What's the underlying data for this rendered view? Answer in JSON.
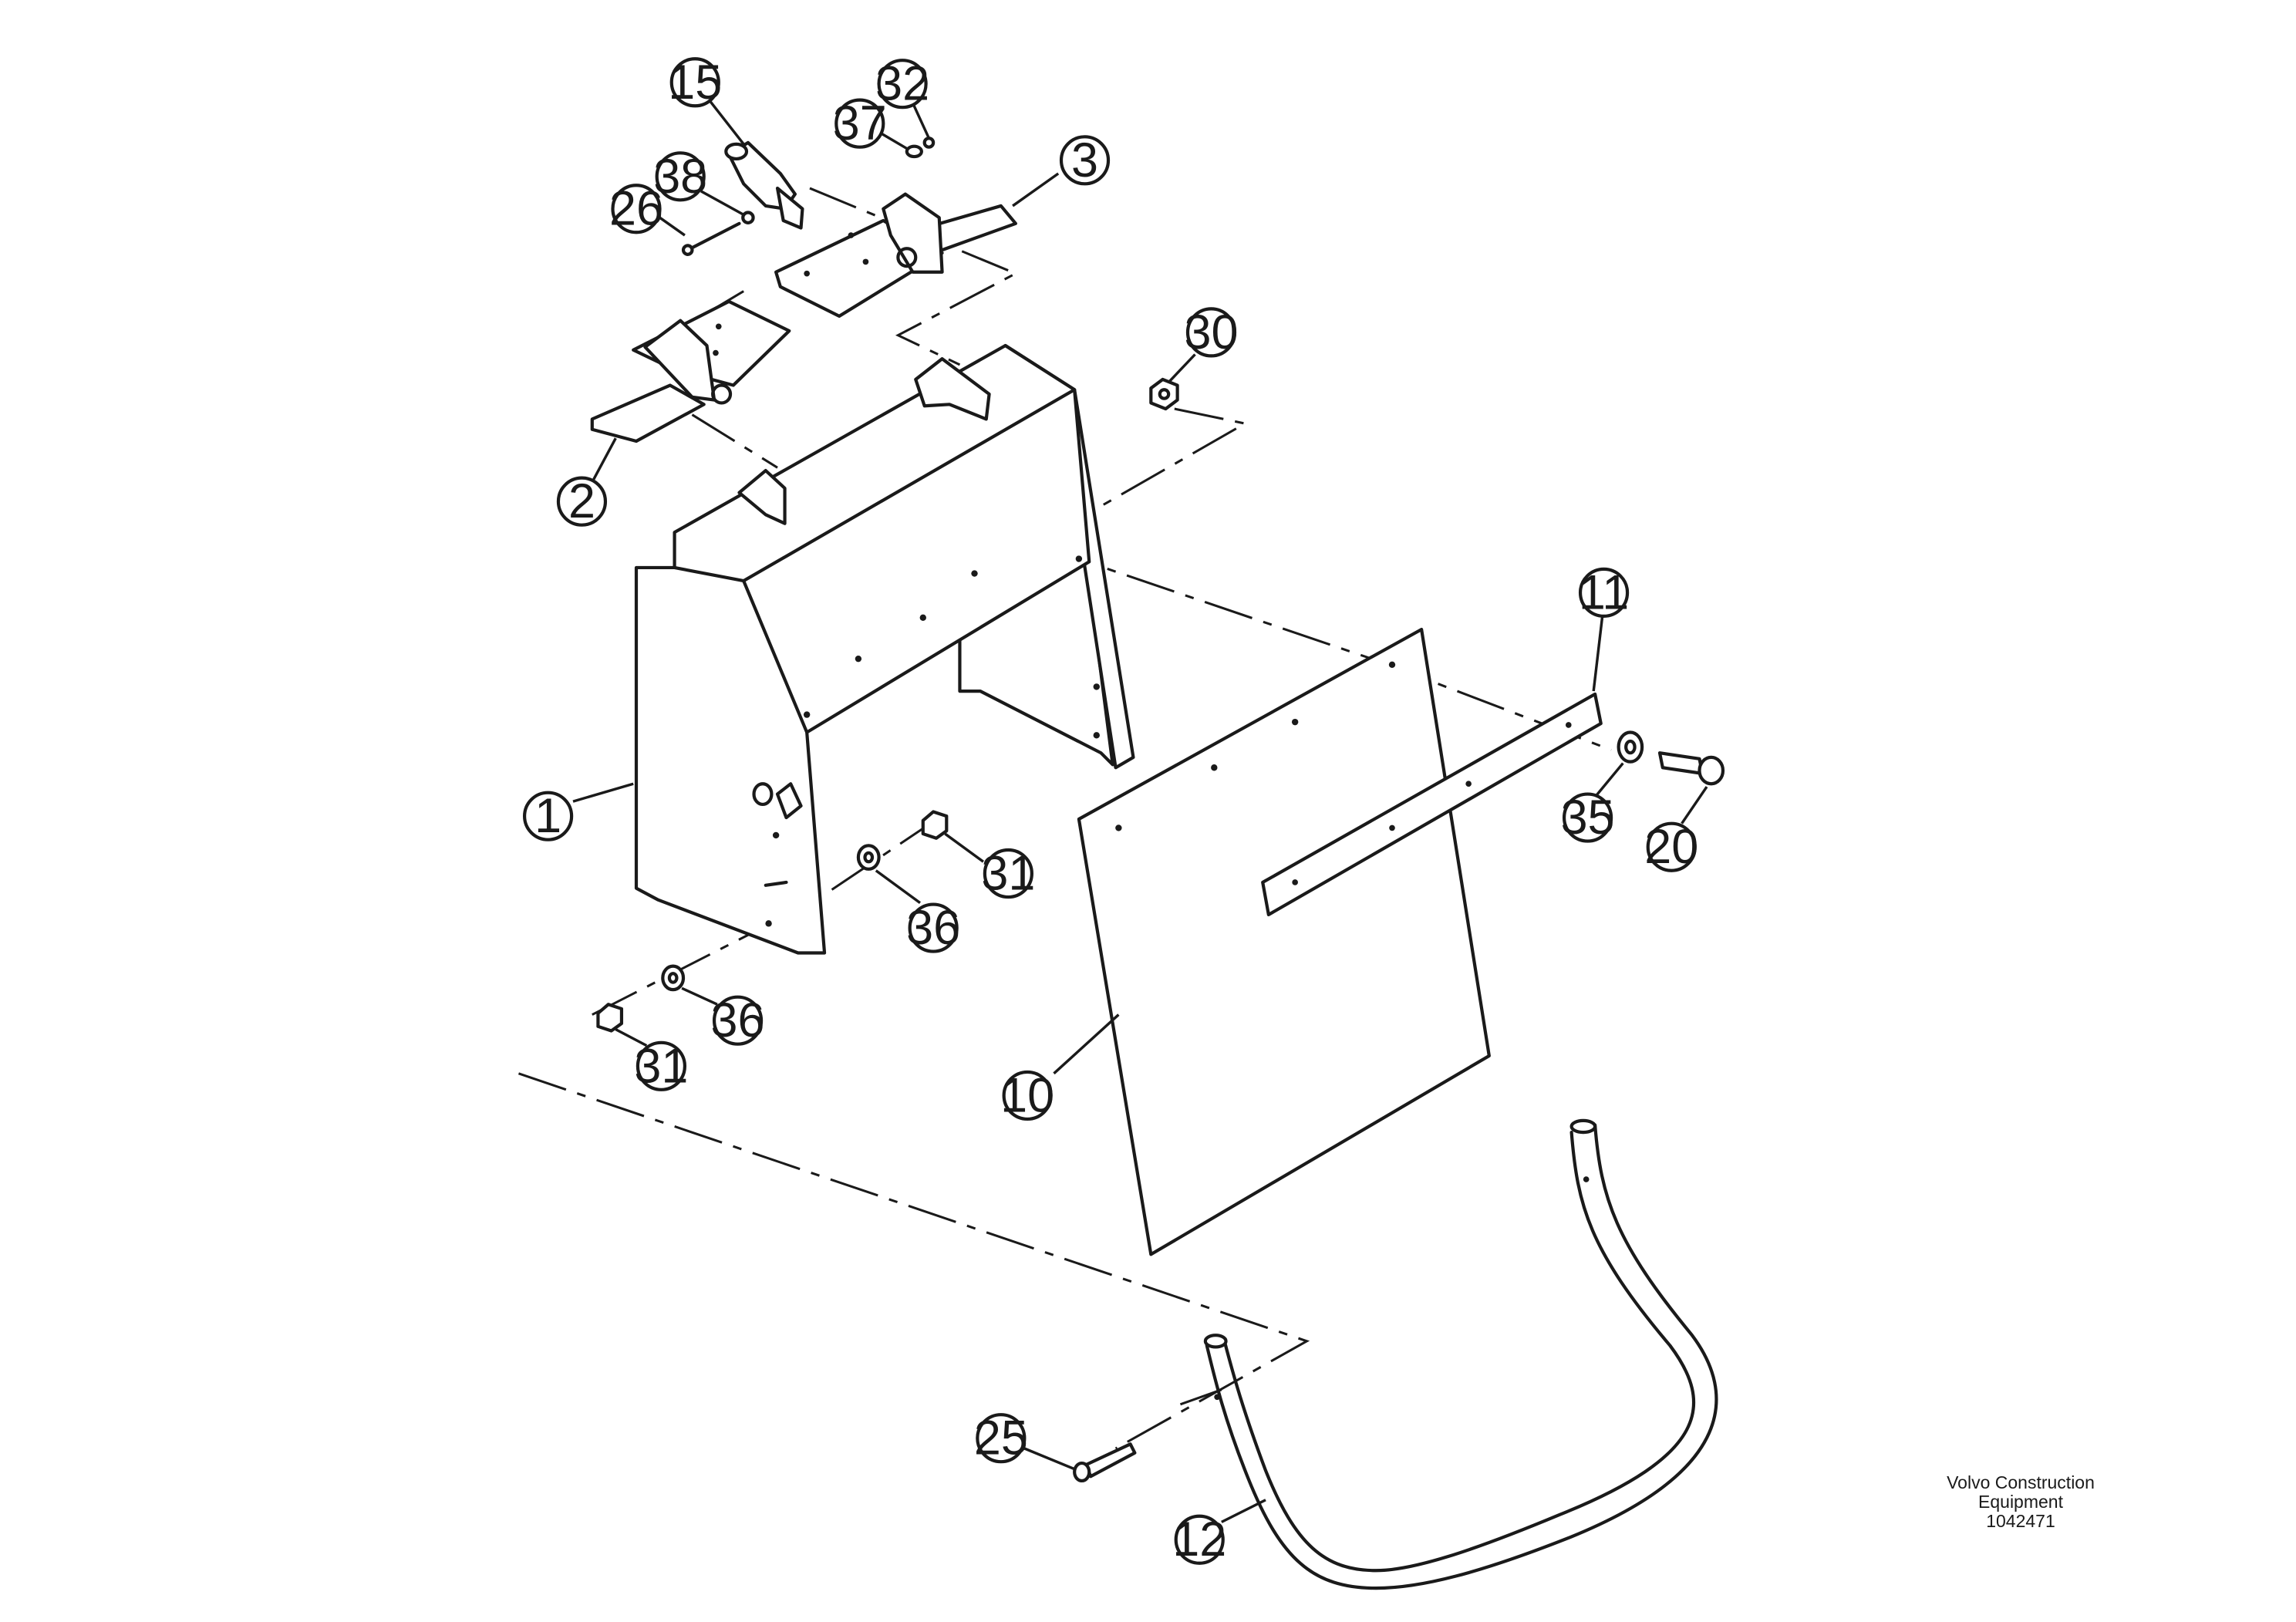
{
  "callouts": [
    {
      "id": "c15",
      "label": "15"
    },
    {
      "id": "c32",
      "label": "32"
    },
    {
      "id": "c37",
      "label": "37"
    },
    {
      "id": "c38",
      "label": "38"
    },
    {
      "id": "c26",
      "label": "26"
    },
    {
      "id": "c3",
      "label": "3"
    },
    {
      "id": "c30",
      "label": "30"
    },
    {
      "id": "c2",
      "label": "2"
    },
    {
      "id": "c11",
      "label": "11"
    },
    {
      "id": "c1",
      "label": "1"
    },
    {
      "id": "c31a",
      "label": "31"
    },
    {
      "id": "c36a",
      "label": "36"
    },
    {
      "id": "c35",
      "label": "35"
    },
    {
      "id": "c20",
      "label": "20"
    },
    {
      "id": "c36b",
      "label": "36"
    },
    {
      "id": "c31b",
      "label": "31"
    },
    {
      "id": "c10",
      "label": "10"
    },
    {
      "id": "c25",
      "label": "25"
    },
    {
      "id": "c12",
      "label": "12"
    }
  ],
  "caption": {
    "line1": "Volvo Construction",
    "line2": "Equipment",
    "line3": "1042471"
  }
}
